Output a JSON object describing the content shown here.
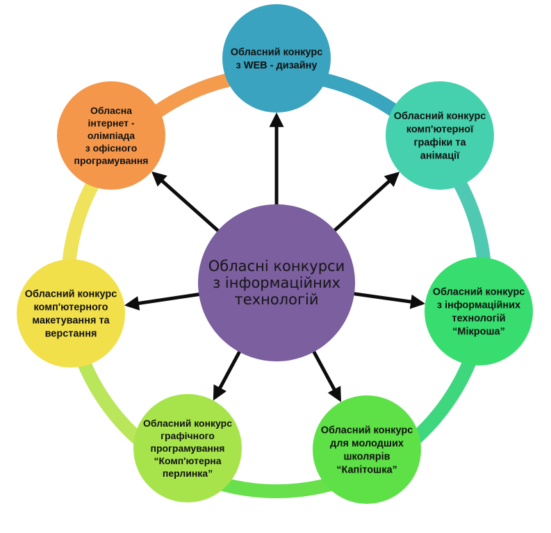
{
  "center": {
    "lines": [
      "Обласні конкурси",
      "з інформаційних",
      "технологій"
    ],
    "color": "#7b5f9f"
  },
  "arrow_color": "#0d0d0d",
  "nodes": [
    {
      "id": "web-design",
      "lines": [
        "Обласний конкурс",
        "з WEB - дизайну"
      ],
      "color": "#3aa3bf",
      "ring_color": "#3aa5bf"
    },
    {
      "id": "computer-graphics",
      "lines": [
        "Обласний конкурс",
        "комп'ютерної",
        "графіки та",
        "анімації"
      ],
      "color": "#45d1ad",
      "ring_color": "#4fc9b1"
    },
    {
      "id": "mikrosha",
      "lines": [
        "Обласний конкурс",
        "з інформаційних",
        "технологій",
        "“Мікроша”"
      ],
      "color": "#37dd6f",
      "ring_color": "#3fd77e"
    },
    {
      "id": "kapitoshka",
      "lines": [
        "Обласний конкурс",
        "для молодших",
        "школярів",
        "“Капітошка”"
      ],
      "color": "#5ee047",
      "ring_color": "#67e04c"
    },
    {
      "id": "perlynka",
      "lines": [
        "Обласний конкурс",
        "графічного",
        "програмування",
        "“Комп'ютерна",
        "перлинка”"
      ],
      "color": "#a7e44b",
      "ring_color": "#b9e65a"
    },
    {
      "id": "layout",
      "lines": [
        "Обласний конкурс",
        "комп'ютерного",
        "макетування та",
        "верстання"
      ],
      "color": "#f2e04a",
      "ring_color": "#eee35b"
    },
    {
      "id": "olympiad",
      "lines": [
        "Обласна",
        "інтернет -",
        "олімпіада",
        "з офісного",
        "програмування"
      ],
      "color": "#f4974a",
      "ring_color": "#f49b4e"
    }
  ]
}
